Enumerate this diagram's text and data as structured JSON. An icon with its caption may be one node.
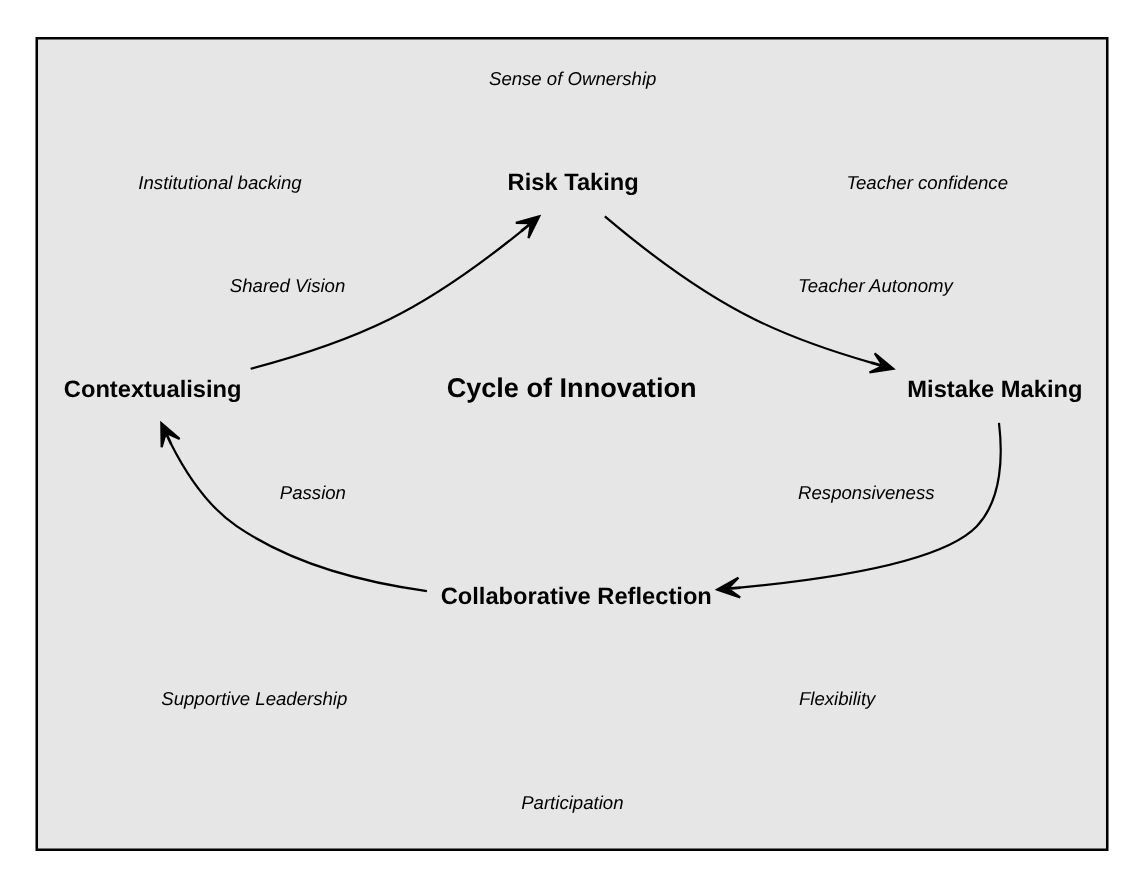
{
  "diagram": {
    "nodes": [
      {
        "text": [],
        "shape": "box"
      },
      {
        "text": [
          "Risk Taking"
        ],
        "in": 0
      },
      {
        "text": [
          "Mistake Making"
        ],
        "in": 0
      },
      {
        "text": [
          "Collaborative Reflection"
        ],
        "in": 0
      },
      {
        "text": [
          "Contextualising"
        ],
        "in": 0
      }
    ],
    "edges": [
      {
        "from": 1,
        "to": 2,
        "arrow": "to"
      },
      {
        "from": 2,
        "to": 3,
        "arrow": "to"
      },
      {
        "from": 3,
        "to": 4,
        "arrow": "to"
      },
      {
        "from": 4,
        "to": 1,
        "arrow": "to"
      }
    ],
    "labels": [
      "Sense of Ownership",
      "Institutional backing",
      "Teacher confidence",
      "Shared Vision",
      "Teacher Autonomy",
      "Cycle of Innovation",
      "Passion",
      "Responsiveness",
      "Supportive Leadership",
      "Flexibility",
      "Participation"
    ]
  }
}
